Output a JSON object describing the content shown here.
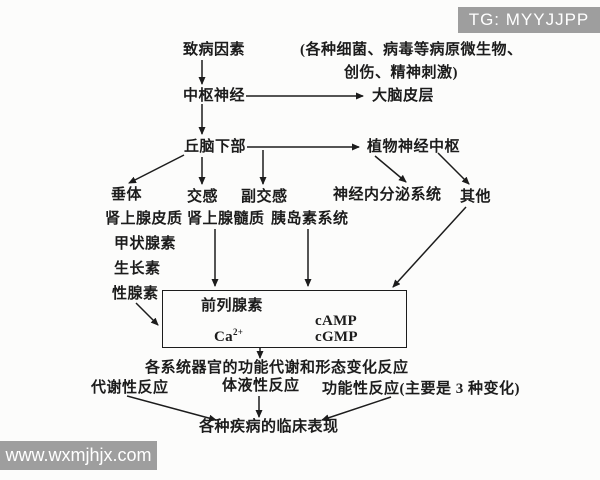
{
  "diagram": {
    "top": {
      "pathogenic_factors": "致病因素",
      "cause_note_line1": "(各种细菌、病毒等病原微生物、",
      "cause_note_line2": "创伤、精神刺激)",
      "central_nervous": "中枢神经",
      "cerebral_cortex": "大脑皮层"
    },
    "mid": {
      "hypothalamus": "丘脑下部",
      "autonomic_center": "植物神经中枢",
      "pituitary": "垂体",
      "sympathetic": "交感",
      "parasympathetic": "副交感",
      "neuroendocrine_system": "神经内分泌系统",
      "other": "其他",
      "adrenal_cortex": "肾上腺皮质",
      "adrenal_medulla": "肾上腺髓质",
      "insulin_system": "胰岛素系统",
      "thyroxine": "甲状腺素",
      "growth_hormone": "生长素",
      "gonadotropin": "性腺素"
    },
    "box": {
      "prostaglandin": "前列腺素",
      "camp": "cAMP",
      "cgmp": "cGMP",
      "ca_base": "Ca",
      "ca_sup": "2+"
    },
    "bottom": {
      "organ_reaction": "各系统器官的功能代谢和形态变化反应",
      "metabolic_reaction": "代谢性反应",
      "humoral_reaction": "体液性反应",
      "functional_reaction": "功能性反应(主要是 3 种变化)",
      "clinical_manifestation": "各种疾病的临床表现"
    }
  },
  "watermarks": {
    "top_right": "TG: MYYJJPP",
    "bottom_left": "www.wxmjhjx.com"
  },
  "colors": {
    "background": "#fcfcfb",
    "ink": "#1c1c1c",
    "watermark_bg": "#9e9e9e",
    "watermark_text": "#ffffff"
  }
}
